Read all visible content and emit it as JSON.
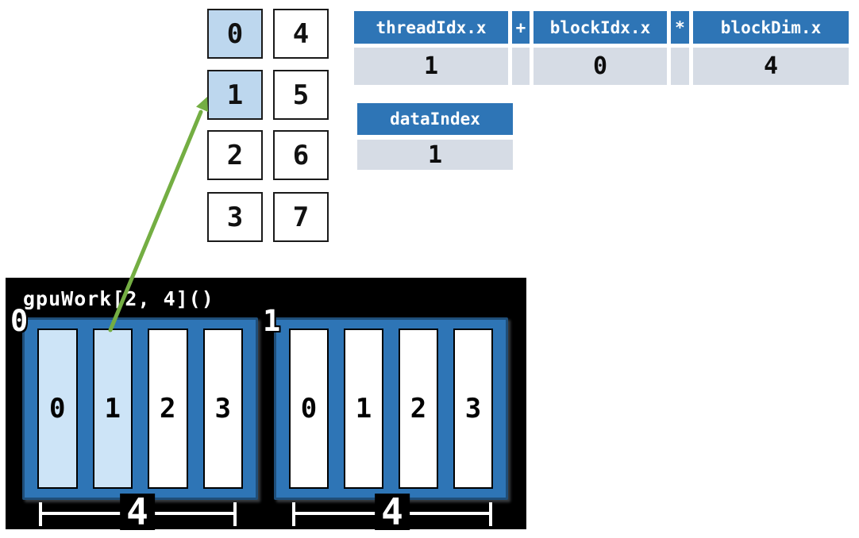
{
  "index_grid": {
    "cells": [
      {
        "label": "0",
        "highlighted": true
      },
      {
        "label": "1",
        "highlighted": true
      },
      {
        "label": "2",
        "highlighted": false
      },
      {
        "label": "3",
        "highlighted": false
      },
      {
        "label": "4",
        "highlighted": false
      },
      {
        "label": "5",
        "highlighted": false
      },
      {
        "label": "6",
        "highlighted": false
      },
      {
        "label": "7",
        "highlighted": false
      }
    ]
  },
  "formula_table": {
    "headers": [
      "threadIdx.x",
      "+",
      "blockIdx.x",
      "*",
      "blockDim.x"
    ],
    "values": [
      "1",
      "",
      "0",
      "",
      "4"
    ]
  },
  "data_index_table": {
    "header": "dataIndex",
    "value": "1"
  },
  "kernel_panel": {
    "title": "gpuWork[2, 4]()",
    "blocks": [
      {
        "label": "0",
        "threads": [
          {
            "label": "0",
            "highlighted": true
          },
          {
            "label": "1",
            "highlighted": true
          },
          {
            "label": "2",
            "highlighted": false
          },
          {
            "label": "3",
            "highlighted": false
          }
        ],
        "dim_label": "4"
      },
      {
        "label": "1",
        "threads": [
          {
            "label": "0",
            "highlighted": false
          },
          {
            "label": "1",
            "highlighted": false
          },
          {
            "label": "2",
            "highlighted": false
          },
          {
            "label": "3",
            "highlighted": false
          }
        ],
        "dim_label": "4"
      }
    ]
  },
  "colors": {
    "header_blue": "#2E75B6",
    "value_row_fill": "#D6DCE5",
    "highlight_blue": "#BDD7EE",
    "block_fill": "#2E75B6",
    "block_border": "#1F4E79",
    "panel_bg": "#000000",
    "arrow_green": "#74AE43"
  }
}
